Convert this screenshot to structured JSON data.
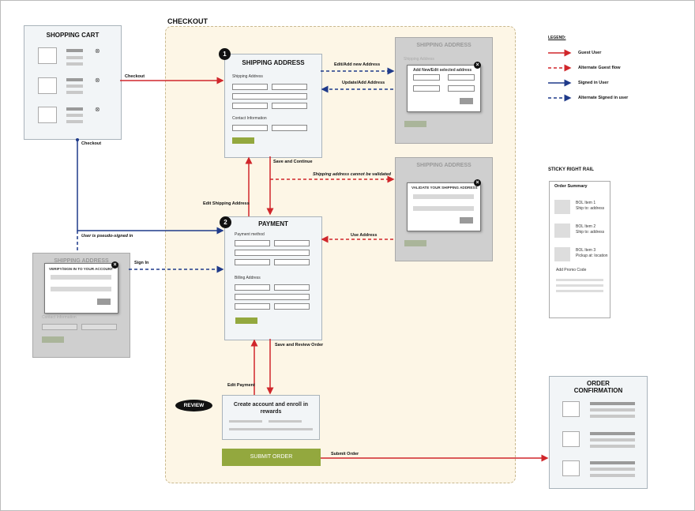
{
  "checkout": {
    "title": "CHECKOUT"
  },
  "shopping_cart": {
    "title": "SHOPPING CART",
    "remove_symbol": "⊗"
  },
  "shipping": {
    "step": "1",
    "title": "SHIPPING ADDRESS",
    "section_address": "Shipping Address",
    "section_contact": "Contact Information"
  },
  "payment": {
    "step": "2",
    "title": "PAYMENT",
    "section_method": "Payment method",
    "section_billing": "Billing Address"
  },
  "review": {
    "badge": "REVIEW",
    "text": "Create account and enroll in rewards"
  },
  "submit": {
    "label": "SUBMIT ORDER"
  },
  "ghost_shipping_1": {
    "title": "SHIPPING ADDRESS",
    "bg_label": "Shipping Address",
    "modal_title": "Add New/Edit selected address"
  },
  "ghost_shipping_2": {
    "title": "SHIPPING ADDRESS",
    "modal_title": "VALIDATE YOUR SHIPPING ADDRESS"
  },
  "ghost_signin": {
    "title": "SHIPPING ADDRESS",
    "modal_title": "VERIFY/SIGN IN TO YOUR ACCOUNT",
    "bg_label": "Contact Information"
  },
  "close_symbol": "×",
  "legend": {
    "title": "LEGEND:",
    "items": [
      {
        "label": "Guest User",
        "color": "#d0262b",
        "style": "solid"
      },
      {
        "label": "Alternate Guest flow",
        "color": "#d0262b",
        "style": "dashed"
      },
      {
        "label": "Signed in User",
        "color": "#1f3a8a",
        "style": "solid"
      },
      {
        "label": "Alternate Signed in user",
        "color": "#1f3a8a",
        "style": "dashed"
      }
    ]
  },
  "sticky_rail": {
    "title": "STICKY RIGHT RAIL",
    "header": "Order Summary",
    "items": [
      {
        "name": "BOL Item 1",
        "detail": "Ship to: address"
      },
      {
        "name": "BOL Item 2",
        "detail": "Ship to: address"
      },
      {
        "name": "BOL Item 3",
        "detail": "Pickup at: location"
      }
    ],
    "promo": "Add Promo Code"
  },
  "order_confirmation": {
    "title_line1": "ORDER",
    "title_line2": "CONFIRMATION"
  },
  "flow_labels": {
    "checkout_1": "Checkout",
    "checkout_2": "Checkout",
    "edit_add_address": "Edit/Add new Address",
    "update_add_address": "Update/Add Address",
    "save_continue": "Save and Continue",
    "cannot_validate": "Shipping address cannot be validated",
    "edit_shipping": "Edit Shipping Address",
    "use_address": "Use Address",
    "pseudo_signed": "User is pseudo-signed in",
    "sign_in": "Sign In",
    "save_review": "Save and Review Order",
    "edit_payment": "Edit Payment",
    "submit_order": "Submit Order"
  },
  "colors": {
    "guest": "#d0262b",
    "signed": "#1f3a8a",
    "accent_green": "#93a83e"
  }
}
